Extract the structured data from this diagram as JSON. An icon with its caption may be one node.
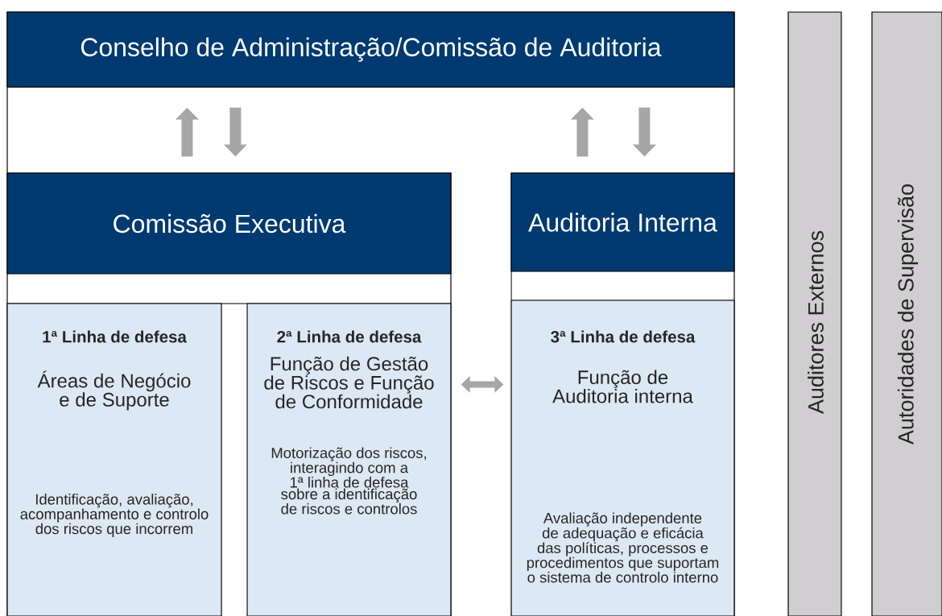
{
  "diagram": {
    "nodes": [
      {
        "text": [
          "Conselho de Administração/Comissão de Auditoria"
        ]
      },
      {
        "text": [
          "Comissão Executiva"
        ]
      },
      {
        "text": [
          "Auditoria Interna"
        ]
      },
      {
        "text": [
          "1ª Linha de defesa",
          "Áreas de Negócio e de Suporte",
          "Identificação, avaliação, acompanhamento e controlo dos riscos que incorrem"
        ]
      },
      {
        "text": [
          "2ª Linha de defesa",
          "Função de Gestão de Riscos e Função de Conformidade",
          "Motorização dos riscos, interagindo com a 1ª linha de defesa sobre a identificação de riscos e controlos"
        ]
      },
      {
        "text": [
          "3ª Linha de defesa",
          "Função de Auditoria interna",
          "Avaliação independente de adequação e eficácia das políticas, processos e procedimentos que suportam o sistema de controlo interno"
        ]
      },
      {
        "text": [
          "Auditores Externos"
        ]
      },
      {
        "text": [
          "Autoridades de Supervisão"
        ]
      }
    ],
    "edges": [
      {
        "from": 1,
        "to": 0,
        "arrow": "to"
      },
      {
        "from": 0,
        "to": 1,
        "arrow": "to"
      },
      {
        "from": 2,
        "to": 0,
        "arrow": "to"
      },
      {
        "from": 0,
        "to": 2,
        "arrow": "to"
      },
      {
        "from": 4,
        "to": 5,
        "arrow": "both"
      }
    ]
  }
}
